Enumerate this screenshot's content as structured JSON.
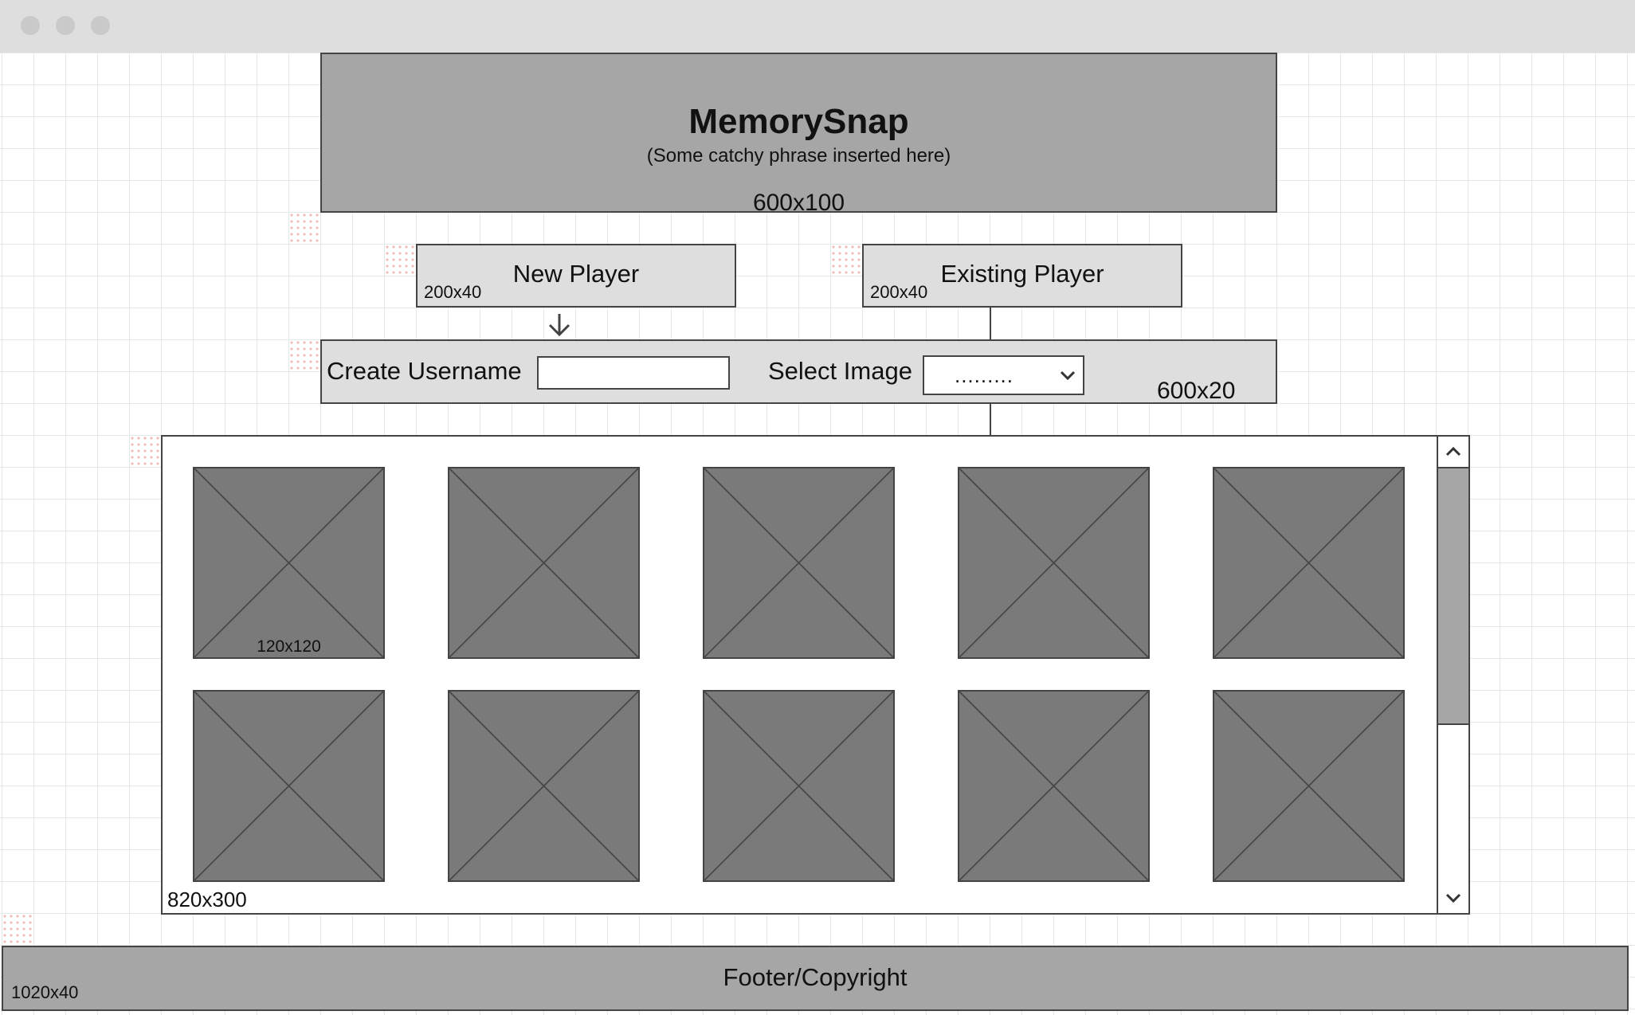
{
  "header": {
    "title": "MemorySnap",
    "subtitle": "(Some catchy phrase inserted here)",
    "size_label": "600x100"
  },
  "buttons": {
    "new_player": {
      "label": "New Player",
      "size_label": "200x40"
    },
    "existing_player": {
      "label": "Existing Player",
      "size_label": "200x40"
    }
  },
  "form": {
    "username_label": "Create Username",
    "username_value": "",
    "image_label": "Select Image",
    "image_selected": ".........",
    "size_label": "600x20"
  },
  "gallery": {
    "size_label": "820x300",
    "tile_size_label": "120x120",
    "rows": 2,
    "columns": 5
  },
  "footer": {
    "label": "Footer/Copyright",
    "size_label": "1020x40"
  },
  "icons": {
    "arrow": "arrow-down-icon",
    "select": "chevron-down-icon",
    "scroll_up": "chevron-up-icon",
    "scroll_down": "chevron-down-icon",
    "placeholder": "image-placeholder-icon"
  },
  "colors": {
    "header_fill": "#a6a6a6",
    "button_fill": "#dedede",
    "tile_fill": "#7a7a7a",
    "footer_fill": "#a6a6a6",
    "border": "#444444"
  }
}
